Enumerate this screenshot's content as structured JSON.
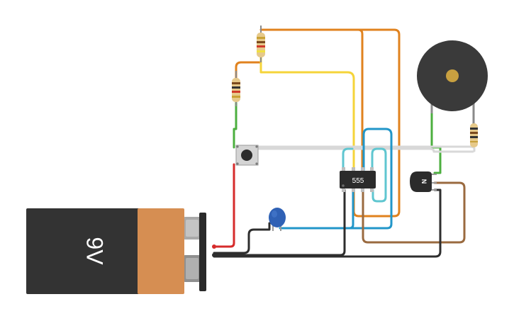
{
  "circuit": {
    "battery": {
      "label": "9V"
    },
    "ic": {
      "label": "555"
    },
    "transistor": {
      "label": "N"
    }
  },
  "colors": {
    "wire_orange": "#e0821e",
    "wire_yellow": "#f5d43a",
    "wire_green": "#4caf3f",
    "wire_red": "#d62b2b",
    "wire_blue": "#2196c9",
    "wire_teal": "#5fc6d0",
    "wire_brown": "#9a6a3f",
    "wire_black": "#2e2e2e",
    "wire_white": "#d8d8d8",
    "battery_body": "#333333",
    "battery_cap": "#d68e52",
    "capacitor": "#2f61b5",
    "buzzer": "#3a3a3a",
    "buzzer_center": "#c8a040"
  },
  "icons": [
    "battery-9v-icon",
    "push-button-icon",
    "resistor-icon",
    "capacitor-icon",
    "ic-555-icon",
    "transistor-npn-icon",
    "piezo-buzzer-icon"
  ]
}
